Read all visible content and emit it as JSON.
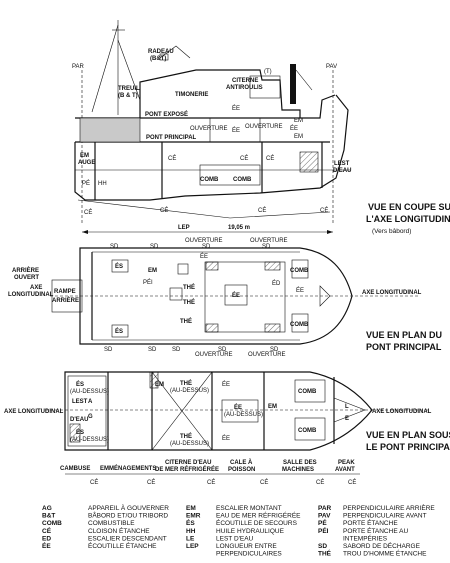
{
  "profile_view": {
    "title_lines": [
      "VUE EN COUPE SUR",
      "L'AXE LONGITUDINAL"
    ],
    "subtitle": "(Vers bâbord)",
    "labels": {
      "par": "PAR",
      "pav": "PAV",
      "radeau_1": "RADEAU",
      "radeau_2": "(B&T)",
      "treuil_1": "TREUIL",
      "treuil_2": "(B & T)",
      "timonerie": "TIMONERIE",
      "citerne_1": "CITERNE",
      "citerne_2": "ANTIROULIS",
      "t_mark": "(T)",
      "pont_expose": "PONT EXPOSÉ",
      "ouverture_1": "OUVERTURE",
      "ouverture_2": "OUVERTURE",
      "pont_principal": "PONT PRINCIPAL",
      "em_1": "EM",
      "em_2": "EM",
      "ee_1": "ÉE",
      "ee_2": "ÉE",
      "ee_3": "ÉE",
      "ce_1": "CÉ",
      "ce_2": "CÉ",
      "ce_3": "CÉ",
      "comb_1": "COMB",
      "comb_2": "COMB",
      "lest_1": "LEST",
      "lest_2": "D'EAU",
      "bauge_1": "EM",
      "bauge_2": "AUGE",
      "pe": "PÉ",
      "ce_bottom_1": "CÉ",
      "ce_bottom_2": "CÉ",
      "ce_bottom_3": "CÉ",
      "ce_bottom_4": "CÉ",
      "hh": "HH"
    },
    "dimension": {
      "label": "LEP",
      "value": "19,05 m"
    }
  },
  "plan_main_deck": {
    "title_lines": [
      "VUE EN PLAN DU",
      "PONT PRINCIPAL"
    ],
    "labels": {
      "arriere_1": "ARRIÈRE",
      "arriere_2": "OUVERT",
      "axe_1": "AXE",
      "axe_2": "LONGITUDINAL",
      "rampe_1": "RAMPE",
      "rampe_2": "ARRIÈRE",
      "axe_right": "AXE LONGITUDINAL",
      "ouverture_top_1": "OUVERTURE",
      "ouverture_top_2": "OUVERTURE",
      "ouverture_bot_1": "OUVERTURE",
      "ouverture_bot_2": "OUVERTURE",
      "sd_top_1": "SD",
      "sd_top_2": "SD",
      "sd_top_3": "SD",
      "sd_top_4": "SD",
      "sd_bot_1": "SD",
      "sd_bot_2": "SD",
      "sd_bot_3": "SD",
      "sd_bot_4": "SD",
      "sd_bot_5": "SD",
      "es_1": "ÉS",
      "es_2": "ÉS",
      "em": "EM",
      "pei": "PÉI",
      "the_1": "THÉ",
      "the_2": "THÉ",
      "the_3": "THÉ",
      "ee_1": "ÉE",
      "ee_2": "ÉE",
      "ee_3": "ÉE",
      "comb_1": "COMB",
      "comb_2": "COMB",
      "ed": "ÉD"
    }
  },
  "plan_under_deck": {
    "title_lines": [
      "VUE EN PLAN SOUS",
      "LE PONT PRINCIPAL"
    ],
    "labels": {
      "axe_left": "AXE LONGITUDINAL",
      "axe_right": "AXE LONGITUDINAL",
      "es_1": "ÉS",
      "es_1b": "(AU-DESSUS)",
      "es_2": "ÉS",
      "es_2b": "(AU-DESSUS)",
      "the_1": "THÉ",
      "the_1b": "(AU-DESSUS)",
      "the_2": "THÉ",
      "the_2b": "(AU-DESSUS)",
      "ee_1": "ÉE",
      "ee_1b": "(AU-DESSUS)",
      "ee_2": "ÉE",
      "ee_3": "ÉE",
      "em_1": "EM",
      "em_2": "EM",
      "lest_1": "LEST",
      "lest_2": "D'EAU",
      "ag_1": "A",
      "ag_2": "G",
      "comb_1": "COMB",
      "comb_2": "COMB",
      "l_mark": "L",
      "e_mark": "E",
      "cambuse": "CAMBUSE",
      "emmenagements": "EMMÉNAGEMENTS",
      "citerne_1": "CITERNE D'EAU",
      "citerne_2": "DE MER RÉFRIGÉRÉE",
      "cale_1": "CALE À",
      "cale_2": "POISSON",
      "salle_1": "SALLE DES",
      "salle_2": "MACHINES",
      "peak_1": "PEAK",
      "peak_2": "AVANT",
      "ce_1": "CÉ",
      "ce_2": "CÉ",
      "ce_3": "CÉ",
      "ce_4": "CÉ",
      "ce_5": "CÉ",
      "ce_6": "CÉ"
    }
  },
  "legend": {
    "col1": [
      {
        "key": "AG",
        "value": "APPAREIL À GOUVERNER"
      },
      {
        "key": "B&T",
        "value": "BÂBORD ET/OU TRIBORD"
      },
      {
        "key": "COMB",
        "value": "COMBUSTIBLE"
      },
      {
        "key": "CÉ",
        "value": "CLOISON ÉTANCHE"
      },
      {
        "key": "ED",
        "value": "ESCALIER DESCENDANT"
      },
      {
        "key": "ÉE",
        "value": "ÉCOUTILLE ÉTANCHE"
      }
    ],
    "col2": [
      {
        "key": "EM",
        "value": "ESCALIER MONTANT"
      },
      {
        "key": "EMR",
        "value": "EAU DE MER RÉFRIGÉRÉE"
      },
      {
        "key": "ÉS",
        "value": "ÉCOUTILLE DE SECOURS"
      },
      {
        "key": "HH",
        "value": "HUILE HYDRAULIQUE"
      },
      {
        "key": "LE",
        "value": "LEST D'EAU"
      },
      {
        "key": "LEP",
        "value": "LONGUEUR ENTRE"
      },
      {
        "key": "",
        "value": "PERPENDICULAIRES"
      }
    ],
    "col3": [
      {
        "key": "PAR",
        "value": "PERPENDICULAIRE ARRIÈRE"
      },
      {
        "key": "PAV",
        "value": "PERPENDICULAIRE AVANT"
      },
      {
        "key": "PÉ",
        "value": "PORTE ÉTANCHE"
      },
      {
        "key": "PÉI",
        "value": "PORTE ÉTANCHE AU"
      },
      {
        "key": "",
        "value": "INTEMPÉRIES"
      },
      {
        "key": "SD",
        "value": "SABORD DE DÉCHARGE"
      },
      {
        "key": "THÉ",
        "value": "TROU D'HOMME ÉTANCHE"
      }
    ]
  }
}
